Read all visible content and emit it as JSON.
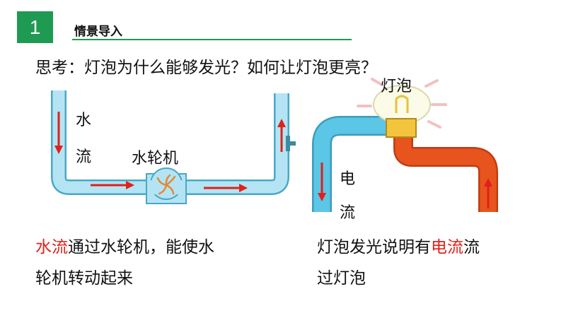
{
  "header": {
    "section_number": "1",
    "section_title": "情景导入",
    "accent_color": "#1f9a52"
  },
  "question": "思考：灯泡为什么能够发光？如何让灯泡更亮？",
  "water_diagram": {
    "flow_label_1": "水",
    "flow_label_2": "流",
    "turbine_label": "水轮机",
    "pipe_color": "#a9dff2",
    "arrow_color": "#e0201a"
  },
  "circuit_diagram": {
    "bulb_label": "灯泡",
    "current_label_1": "电",
    "current_label_2": "流",
    "wire_left_color": "#5cc6e6",
    "wire_right_color": "#e8541e"
  },
  "captions": {
    "left": {
      "highlight": "水流",
      "line1_rest": "通过水轮机，能使水",
      "line2": "轮机转动起来"
    },
    "right": {
      "line1_before": "灯泡发光说明有",
      "highlight": "电流",
      "line1_after": "流",
      "line2": "过灯泡"
    }
  }
}
